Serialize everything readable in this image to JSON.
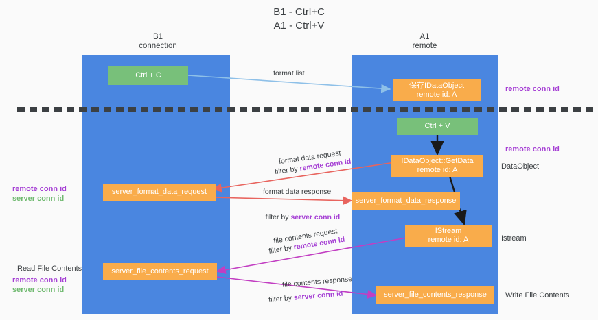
{
  "title": "B1 - Ctrl+C\nA1 - Ctrl+V",
  "columns": [
    {
      "name": "left-lane",
      "heading": "B1\nconnection"
    },
    {
      "name": "right-lane",
      "heading": "A1\nremote"
    }
  ],
  "nodes": [
    {
      "id": "ctrl-c",
      "label": "Ctrl + C",
      "type": "green"
    },
    {
      "id": "save-idataobject",
      "label": "保存IDataObject\nremote id: A",
      "type": "orange"
    },
    {
      "id": "ctrl-v",
      "label": "Ctrl + V",
      "type": "green"
    },
    {
      "id": "idataobject-getdata",
      "label": "IDataObject::GetData\nremote id: A",
      "type": "orange"
    },
    {
      "id": "server-format-data-request",
      "label": "server_format_data_request",
      "type": "orange"
    },
    {
      "id": "server-format-data-response",
      "label": "server_format_data_response",
      "type": "orange"
    },
    {
      "id": "istream",
      "label": "IStream\nremote id: A",
      "type": "orange"
    },
    {
      "id": "server-file-contents-request",
      "label": "server_file_contents_request",
      "type": "orange"
    },
    {
      "id": "server-file-contents-response",
      "label": "server_file_contents_response",
      "type": "orange"
    }
  ],
  "edge_labels": {
    "format_list": "format list",
    "format_data_request": "format data request",
    "format_data_request_filter_prefix": "filter by ",
    "format_data_request_filter_key": "remote conn id",
    "format_data_response": "format data response",
    "format_data_response_filter_prefix": "filter by ",
    "format_data_response_filter_key": "server conn id",
    "file_contents_request": "file contents request",
    "file_contents_request_filter_prefix": "filter by ",
    "file_contents_request_filter_key": "remote conn id",
    "file_contents_response": "file contents response",
    "file_contents_response_filter_prefix": "filter by ",
    "file_contents_response_filter_key": "server conn id"
  },
  "left_annotations": [
    {
      "id": "left-remote-conn-id",
      "text": "remote conn id",
      "color": "purple"
    },
    {
      "id": "left-server-conn-id",
      "text": "server conn id",
      "color": "green"
    },
    {
      "id": "read-file-contents",
      "text": "Read File Contents",
      "color": "plain"
    },
    {
      "id": "left-remote-conn-id-2",
      "text": "remote conn id",
      "color": "purple"
    },
    {
      "id": "left-server-conn-id-2",
      "text": "server conn id",
      "color": "green"
    }
  ],
  "right_annotations": [
    {
      "id": "right-remote-conn-id-top",
      "text": "remote conn id",
      "color": "purple"
    },
    {
      "id": "right-remote-conn-id-mid",
      "text": "remote conn id",
      "color": "purple"
    },
    {
      "id": "dataobject-label",
      "text": "DataObject",
      "color": "plain"
    },
    {
      "id": "istream-label",
      "text": "Istream",
      "color": "plain"
    },
    {
      "id": "write-file-contents",
      "text": "Write File Contents",
      "color": "plain"
    }
  ],
  "colors": {
    "lane_blue": "#4a86e0",
    "node_green": "#78c07a",
    "node_orange": "#f9ac4b",
    "arrow_light_blue": "#8ec0e8",
    "arrow_black": "#1a1a1a",
    "arrow_red": "#e8645e",
    "arrow_magenta": "#c23ec2",
    "key_purple": "#a53fd4",
    "key_green": "#6fb96f",
    "background": "#fafafa"
  }
}
